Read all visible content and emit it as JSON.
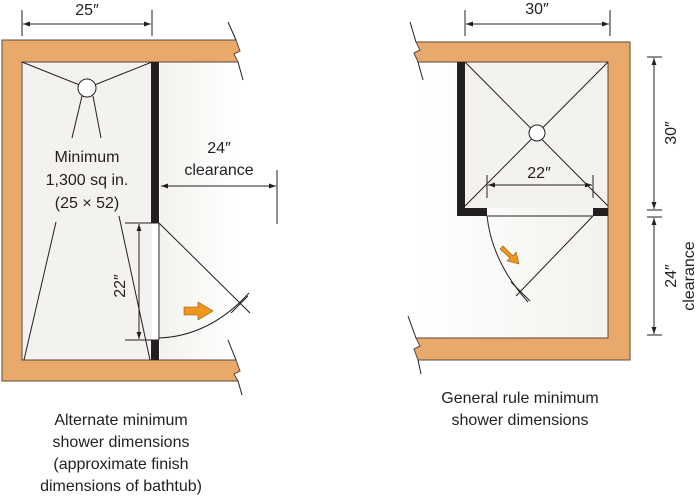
{
  "colors": {
    "wall": "#e8a96a",
    "wall_stroke": "#5a4a3a",
    "floor": "#f3f2ee",
    "partition": "#231f20",
    "arrow": "#f0951e",
    "line": "#231f20"
  },
  "left_diagram": {
    "width_label": "25″",
    "area_line1": "Minimum",
    "area_line2": "1,300 sq in.",
    "area_line3": "(25 × 52)",
    "clearance_value": "24″",
    "clearance_word": "clearance",
    "door_label": "22″",
    "caption_line1": "Alternate minimum",
    "caption_line2": "shower dimensions",
    "caption_line3": "(approximate finish",
    "caption_line4": "dimensions of bathtub)"
  },
  "right_diagram": {
    "width_label": "30″",
    "depth_label": "30″",
    "door_label": "22″",
    "clearance_value": "24″",
    "clearance_word": "clearance",
    "caption_line1": "General rule minimum",
    "caption_line2": "shower dimensions"
  }
}
